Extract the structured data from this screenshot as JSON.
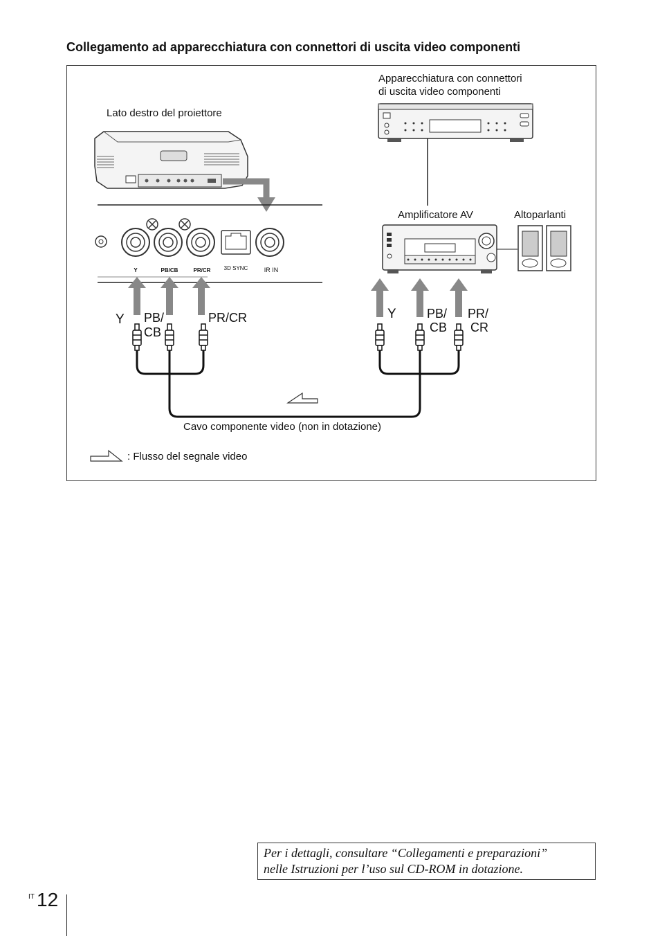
{
  "heading": "Collegamento ad apparecchiatura con connettori di uscita video componenti",
  "figure": {
    "projector_label": "Lato destro del proiettore",
    "source_label_line1": "Apparecchiatura con connettori",
    "source_label_line2": "di uscita video componenti",
    "amp_label": "Amplificatore AV",
    "speakers_label": "Altoparlanti",
    "cable_label": "Cavo componente video (non in dotazione)",
    "legend_text": ": Flusso del segnale video",
    "panel_labels": {
      "y": "Y",
      "pb_cb": "PB/CB",
      "pr_cr": "PR/CR",
      "sync": "3D SYNC",
      "irin": "IR IN"
    },
    "left_plugs": {
      "y": "Y",
      "pb_top": "PB/",
      "cb": "CB",
      "prcr": "PR/CR"
    },
    "right_plugs": {
      "y": "Y",
      "pb_top": "PB/",
      "cb": "CB",
      "pr_top": "PR/",
      "cr": "CR"
    }
  },
  "note": {
    "line1": "Per i dettagli, consultare “Collegamenti e preparazioni”",
    "line2": "nelle Istruzioni per l’uso sul CD-ROM in dotazione."
  },
  "page": {
    "lang": "IT",
    "number": "12"
  }
}
